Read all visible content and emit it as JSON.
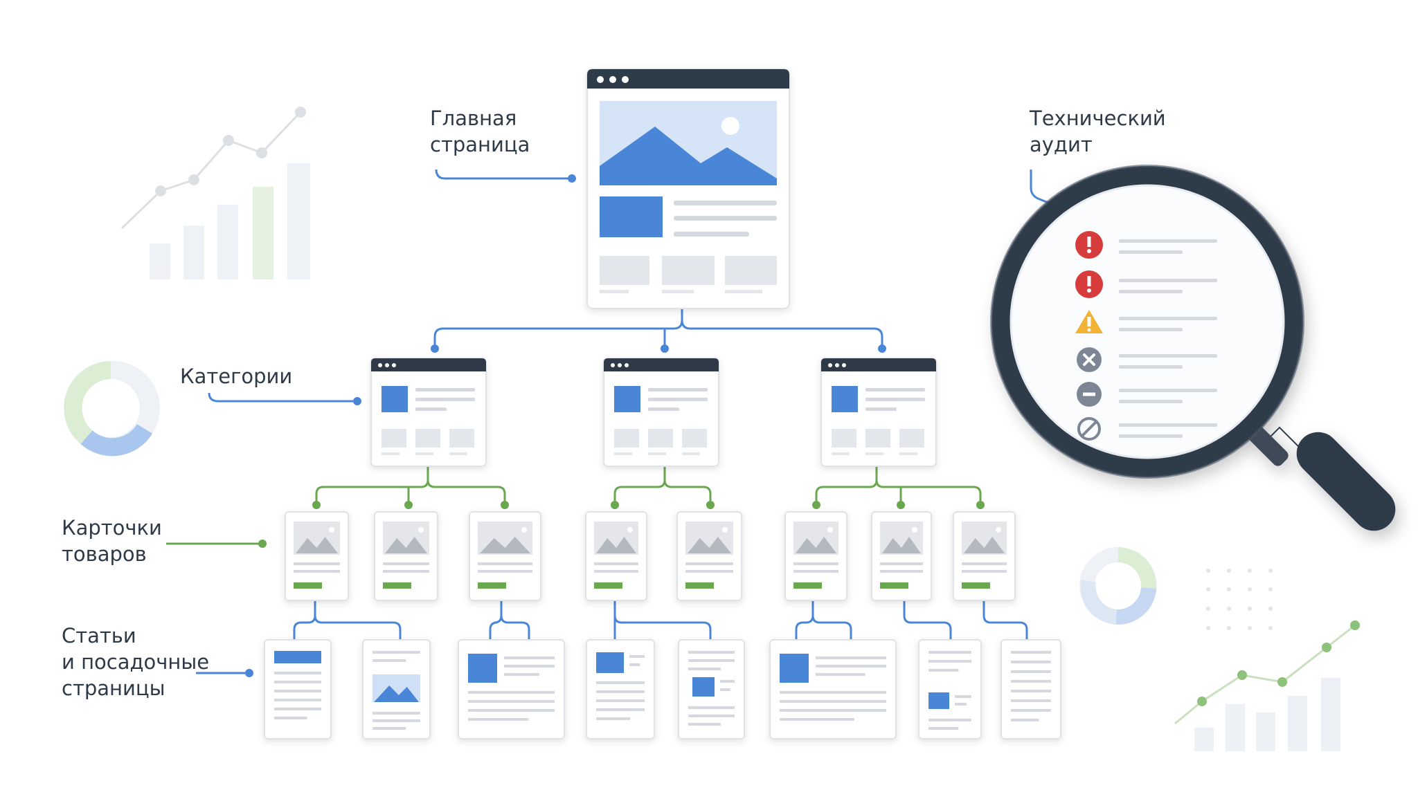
{
  "labels": {
    "homepage": [
      "Главная",
      "страница"
    ],
    "categories": [
      "Категории"
    ],
    "product_cards": [
      "Карточки",
      "товаров"
    ],
    "articles": [
      "Статьи",
      "и посадочные",
      "страницы"
    ],
    "audit": [
      "Технический",
      "аудит"
    ]
  },
  "audit_items": [
    {
      "icon": "error-icon",
      "color": "#d63c3c"
    },
    {
      "icon": "error-icon",
      "color": "#d63c3c"
    },
    {
      "icon": "warning-icon",
      "color": "#f2b233"
    },
    {
      "icon": "blocked-x-icon",
      "color": "#7c8694"
    },
    {
      "icon": "minus-icon",
      "color": "#7c8694"
    },
    {
      "icon": "disallowed-icon",
      "color": "#7c8694"
    }
  ],
  "colors": {
    "blue": "#4a86d8",
    "green": "#6aa84f",
    "dark": "#2f3a48",
    "light_blue": "#cfe0f6",
    "gray": "#e3e6ea"
  }
}
